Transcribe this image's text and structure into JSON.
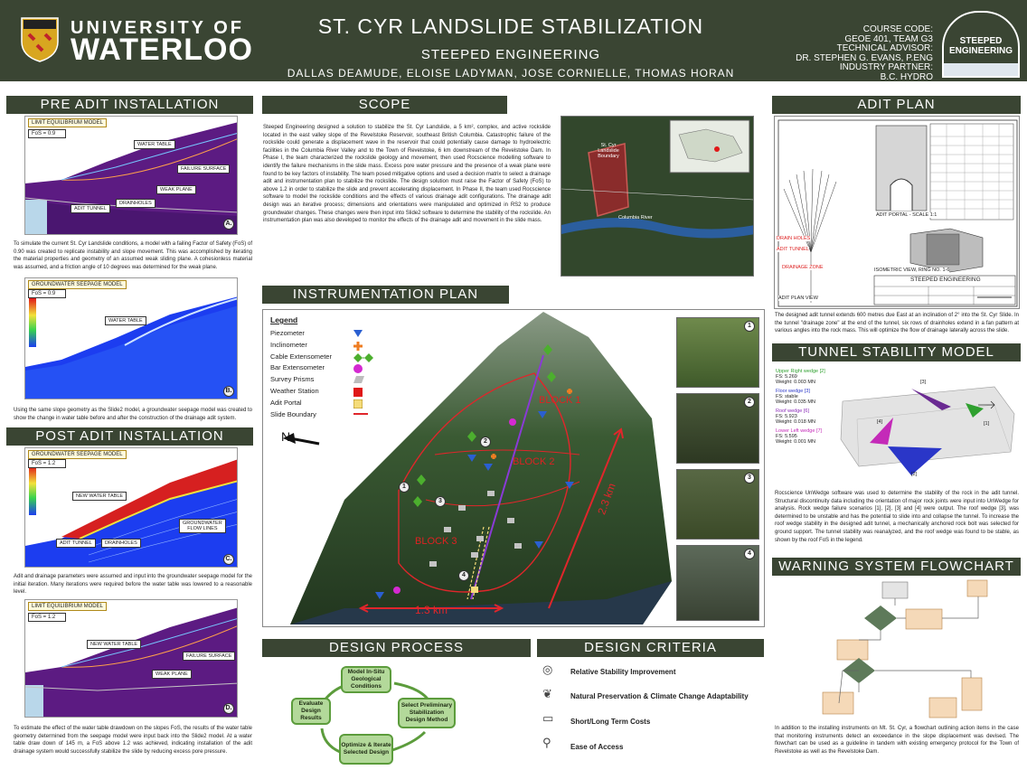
{
  "header": {
    "university_line1": "UNIVERSITY OF",
    "university_line2": "WATERLOO",
    "title": "ST. CYR LANDSLIDE STABILIZATION",
    "subtitle": "STEEPED ENGINEERING",
    "authors": "DALLAS DEAMUDE, ELOISE LADYMAN, JOSE CORNIELLE, THOMAS HORAN",
    "info_lines": [
      "COURSE CODE:",
      "GEOE 401, TEAM G3",
      "TECHNICAL ADVISOR:",
      "DR. STEPHEN G. EVANS, P.ENG",
      "INDUSTRY PARTNER:",
      "B.C. HYDRO"
    ],
    "logo_line1": "STEEPED",
    "logo_line2": "ENGINEERING"
  },
  "pre_adit": {
    "heading": "PRE ADIT INSTALLATION",
    "panel_a": {
      "model": "LIMIT EQUILIBRIUM MODEL",
      "fos": "FoS = 0.9",
      "letter": "A.",
      "labels": {
        "water_table": "WATER TABLE",
        "failure_surface": "FAILURE SURFACE",
        "weak_plane": "WEAK PLANE",
        "drainholes": "DRAINHOLES",
        "adit_tunnel": "ADIT TUNNEL"
      }
    },
    "text_a": "To simulate the current St. Cyr Landslide conditions, a model with a failing Factor of Safety (FoS) of 0.90 was created to replicate instability and slope movement. This was accomplished by iterating the material properties and geometry of an assumed weak sliding plane. A cohesionless material was assumed, and a friction angle of 10 degrees was determined for the weak plane.",
    "panel_b": {
      "model": "GROUNDWATER SEEPAGE MODEL",
      "fos": "FoS = 0.9",
      "letter": "B.",
      "labels": {
        "water_table": "WATER TABLE"
      }
    },
    "text_b": "Using the same slope geometry as the Slide2 model, a groundwater seepage model was created to show the change in water table before and after the construction of the drainage adit system."
  },
  "post_adit": {
    "heading": "POST ADIT INSTALLATION",
    "panel_c": {
      "model": "GROUNDWATER SEEPAGE MODEL",
      "fos": "FoS = 1.2",
      "letter": "C.",
      "labels": {
        "new_water_table": "NEW WATER TABLE",
        "flow_lines_1": "GROUNDWATER",
        "flow_lines_2": "FLOW LINES",
        "adit_tunnel": "ADIT TUNNEL",
        "drainholes": "DRAINHOLES"
      }
    },
    "text_c": "Adit and drainage parameters were assumed and input into the groundwater seepage model for the initial iteration. Many iterations were required before the water table was lowered to a reasonable level.",
    "panel_d": {
      "model": "LIMIT EQUILIBRIUM MODEL",
      "fos": "FoS = 1.2",
      "letter": "D.",
      "labels": {
        "new_water_table": "NEW WATER TABLE",
        "failure_surface": "FAILURE SURFACE",
        "weak_plane": "WEAK PLANE"
      }
    },
    "text_d": "To estimate the effect of the water table drawdown on the slopes FoS, the results of the water table geometry determined from the seepage model were input back into the Slide2 model. At a water table draw down of 145 m, a FoS above 1.2 was achieved, indicating installation of the adit drainage system would successfully stabilize the slide by reducing excess pore pressure."
  },
  "scope": {
    "heading": "SCOPE",
    "text": "Steeped Engineering designed a solution to stabilize the St. Cyr Landslide, a 5 km², complex, and active rockslide located in the east valley slope of the Revelstoke Reservoir, southeast British Columbia. Catastrophic failure of the rockslide could generate a displacement wave in the reservoir that could potentially cause damage to hydroelectric facilities in the Columbia River Valley and to the Town of Revelstoke, 6 km downstream of the Revelstoke Dam. In Phase I, the team characterized the rockslide geology and movement, then used Rocscience modelling software to identify the failure mechanisms in the slide mass. Excess pore water pressure and the presence of a weak plane were found to be key factors of instability. The team posed mitigative options and used a decision matrix to select a drainage adit and instrumentation plan to stabilize the rockslide. The design solution must raise the Factor of Safety (FoS) to above 1.2 in order to stabilize the slide and prevent accelerating displacement. In Phase II, the team used Rocscience software to model the rockslide conditions and the effects of various drainage adit configurations. The drainage adit design was an iterative process; dimensions and orientations were manipulated and optimized in RS2 to produce groundwater changes. These changes were then input into Slide2 software to determine the stability of the rockslide. An instrumentation plan was also developed to monitor the effects of the drainage adit and movement in the slide mass.",
    "map_labels": {
      "boundary": "St. Cyr Landslide Boundary",
      "river": "Columbia River"
    }
  },
  "instrumentation": {
    "heading": "INSTRUMENTATION PLAN",
    "legend_title": "Legend",
    "legend": [
      {
        "label": "Piezometer",
        "color": "#2a5fd1",
        "shape": "tri"
      },
      {
        "label": "Inclinometer",
        "color": "#ef7d22",
        "shape": "plus"
      },
      {
        "label": "Cable Extensometer",
        "color": "#4caf2e",
        "shape": "diamond"
      },
      {
        "label": "Bar Extensometer",
        "color": "#d42ad1",
        "shape": "circle"
      },
      {
        "label": "Survey Prisms",
        "color": "#bdbdbd",
        "shape": "para"
      },
      {
        "label": "Weather Station",
        "color": "#e01818",
        "shape": "square"
      },
      {
        "label": "Adit Portal",
        "color": "#f5dc7a",
        "shape": "square"
      },
      {
        "label": "Slide Boundary",
        "color": "#e0262b",
        "shape": "line"
      }
    ],
    "north": "N",
    "blocks": [
      "BLOCK 1",
      "BLOCK 2",
      "BLOCK 3"
    ],
    "dim_horizontal": "1.3 km",
    "dim_vertical": "2.3 km",
    "numbers": [
      "1",
      "2",
      "3",
      "4"
    ]
  },
  "adit_plan": {
    "heading": "ADIT PLAN",
    "labels": {
      "portal": "ADIT PORTAL - SCALE 1:1",
      "drain_holes": "DRAIN HOLES",
      "tunnel": "ADIT TUNNEL",
      "zone": "DRAINAGE ZONE",
      "iso": "ISOMETRIC VIEW, RING NO. 1-6",
      "plan": "ADIT PLAN VIEW"
    },
    "company": "STEEPED ENGINEERING",
    "text": "The designed adit tunnel extends 600 metres due East at an inclination of 2° into the St. Cyr Slide. In the tunnel \"drainage zone\" at the end of the tunnel, six rows of drainholes extend in a fan pattern at various angles into the rock mass. This will optimize the flow of drainage laterally across the slide."
  },
  "tunnel": {
    "heading": "TUNNEL STABILITY MODEL",
    "wedges": [
      {
        "name": "Upper Right wedge [2]",
        "fs": "FS: 5.269",
        "weight": "Weight: 0.003 MN",
        "color": "#2fa02f"
      },
      {
        "name": "Floor wedge [3]",
        "fs": "FS: stable",
        "weight": "Weight: 0.035 MN",
        "color": "#2a36c8"
      },
      {
        "name": "Roof wedge [6]",
        "fs": "FS: 5.923",
        "weight": "Weight: 0.018 MN",
        "color": "#8a2ab8"
      },
      {
        "name": "Lower Left wedge [7]",
        "fs": "FS: 5.595",
        "weight": "Weight: 0.001 MN",
        "color": "#c42ab8"
      }
    ],
    "wedge_tags": [
      "[1]",
      "[2]",
      "[3]",
      "[4]"
    ],
    "text": "Rocscience UnWedge software was used to determine the stability of the rock in the adit tunnel. Structural discontinuity data including the orientation of major rock joints were input into UnWedge for analysis. Rock wedge failure scenarios [1], [2], [3] and [4] were output. The roof wedge [3], was determined to be unstable and has the potential to slide into and collapse the tunnel. To increase the roof wedge stability in the designed adit tunnel, a mechanically anchored rock bolt was selected for ground support. The tunnel stability was reanalyzed, and the roof wedge was found to be stable, as shown by the roof FoS in the legend."
  },
  "warning": {
    "heading": "WARNING SYSTEM FLOWCHART",
    "text": "In addition to the installing instruments on Mt. St. Cyr, a flowchart outlining action items in the case that monitoring instruments detect an exceedance in the slope displacement was devised. The flowchart can be used as a guideline in tandem with existing emergency protocol for the Town of Revelstoke as well as the Revelstoke Dam."
  },
  "design_process": {
    "heading": "DESIGN PROCESS",
    "steps": [
      "Model In-Situ Geological Conditions",
      "Select Preliminary Stabilization Design Method",
      "Optimize & Iterate Selected Design",
      "Evaluate Design Results"
    ]
  },
  "design_criteria": {
    "heading": "DESIGN CRITERIA",
    "items": [
      {
        "label": "Relative Stability Improvement",
        "icon": "target-icon"
      },
      {
        "label": "Natural Preservation & Climate Change Adaptability",
        "icon": "hand-leaf-icon"
      },
      {
        "label": "Short/Long Term Costs",
        "icon": "money-icon"
      },
      {
        "label": "Ease of Access",
        "icon": "hiker-icon"
      }
    ]
  }
}
